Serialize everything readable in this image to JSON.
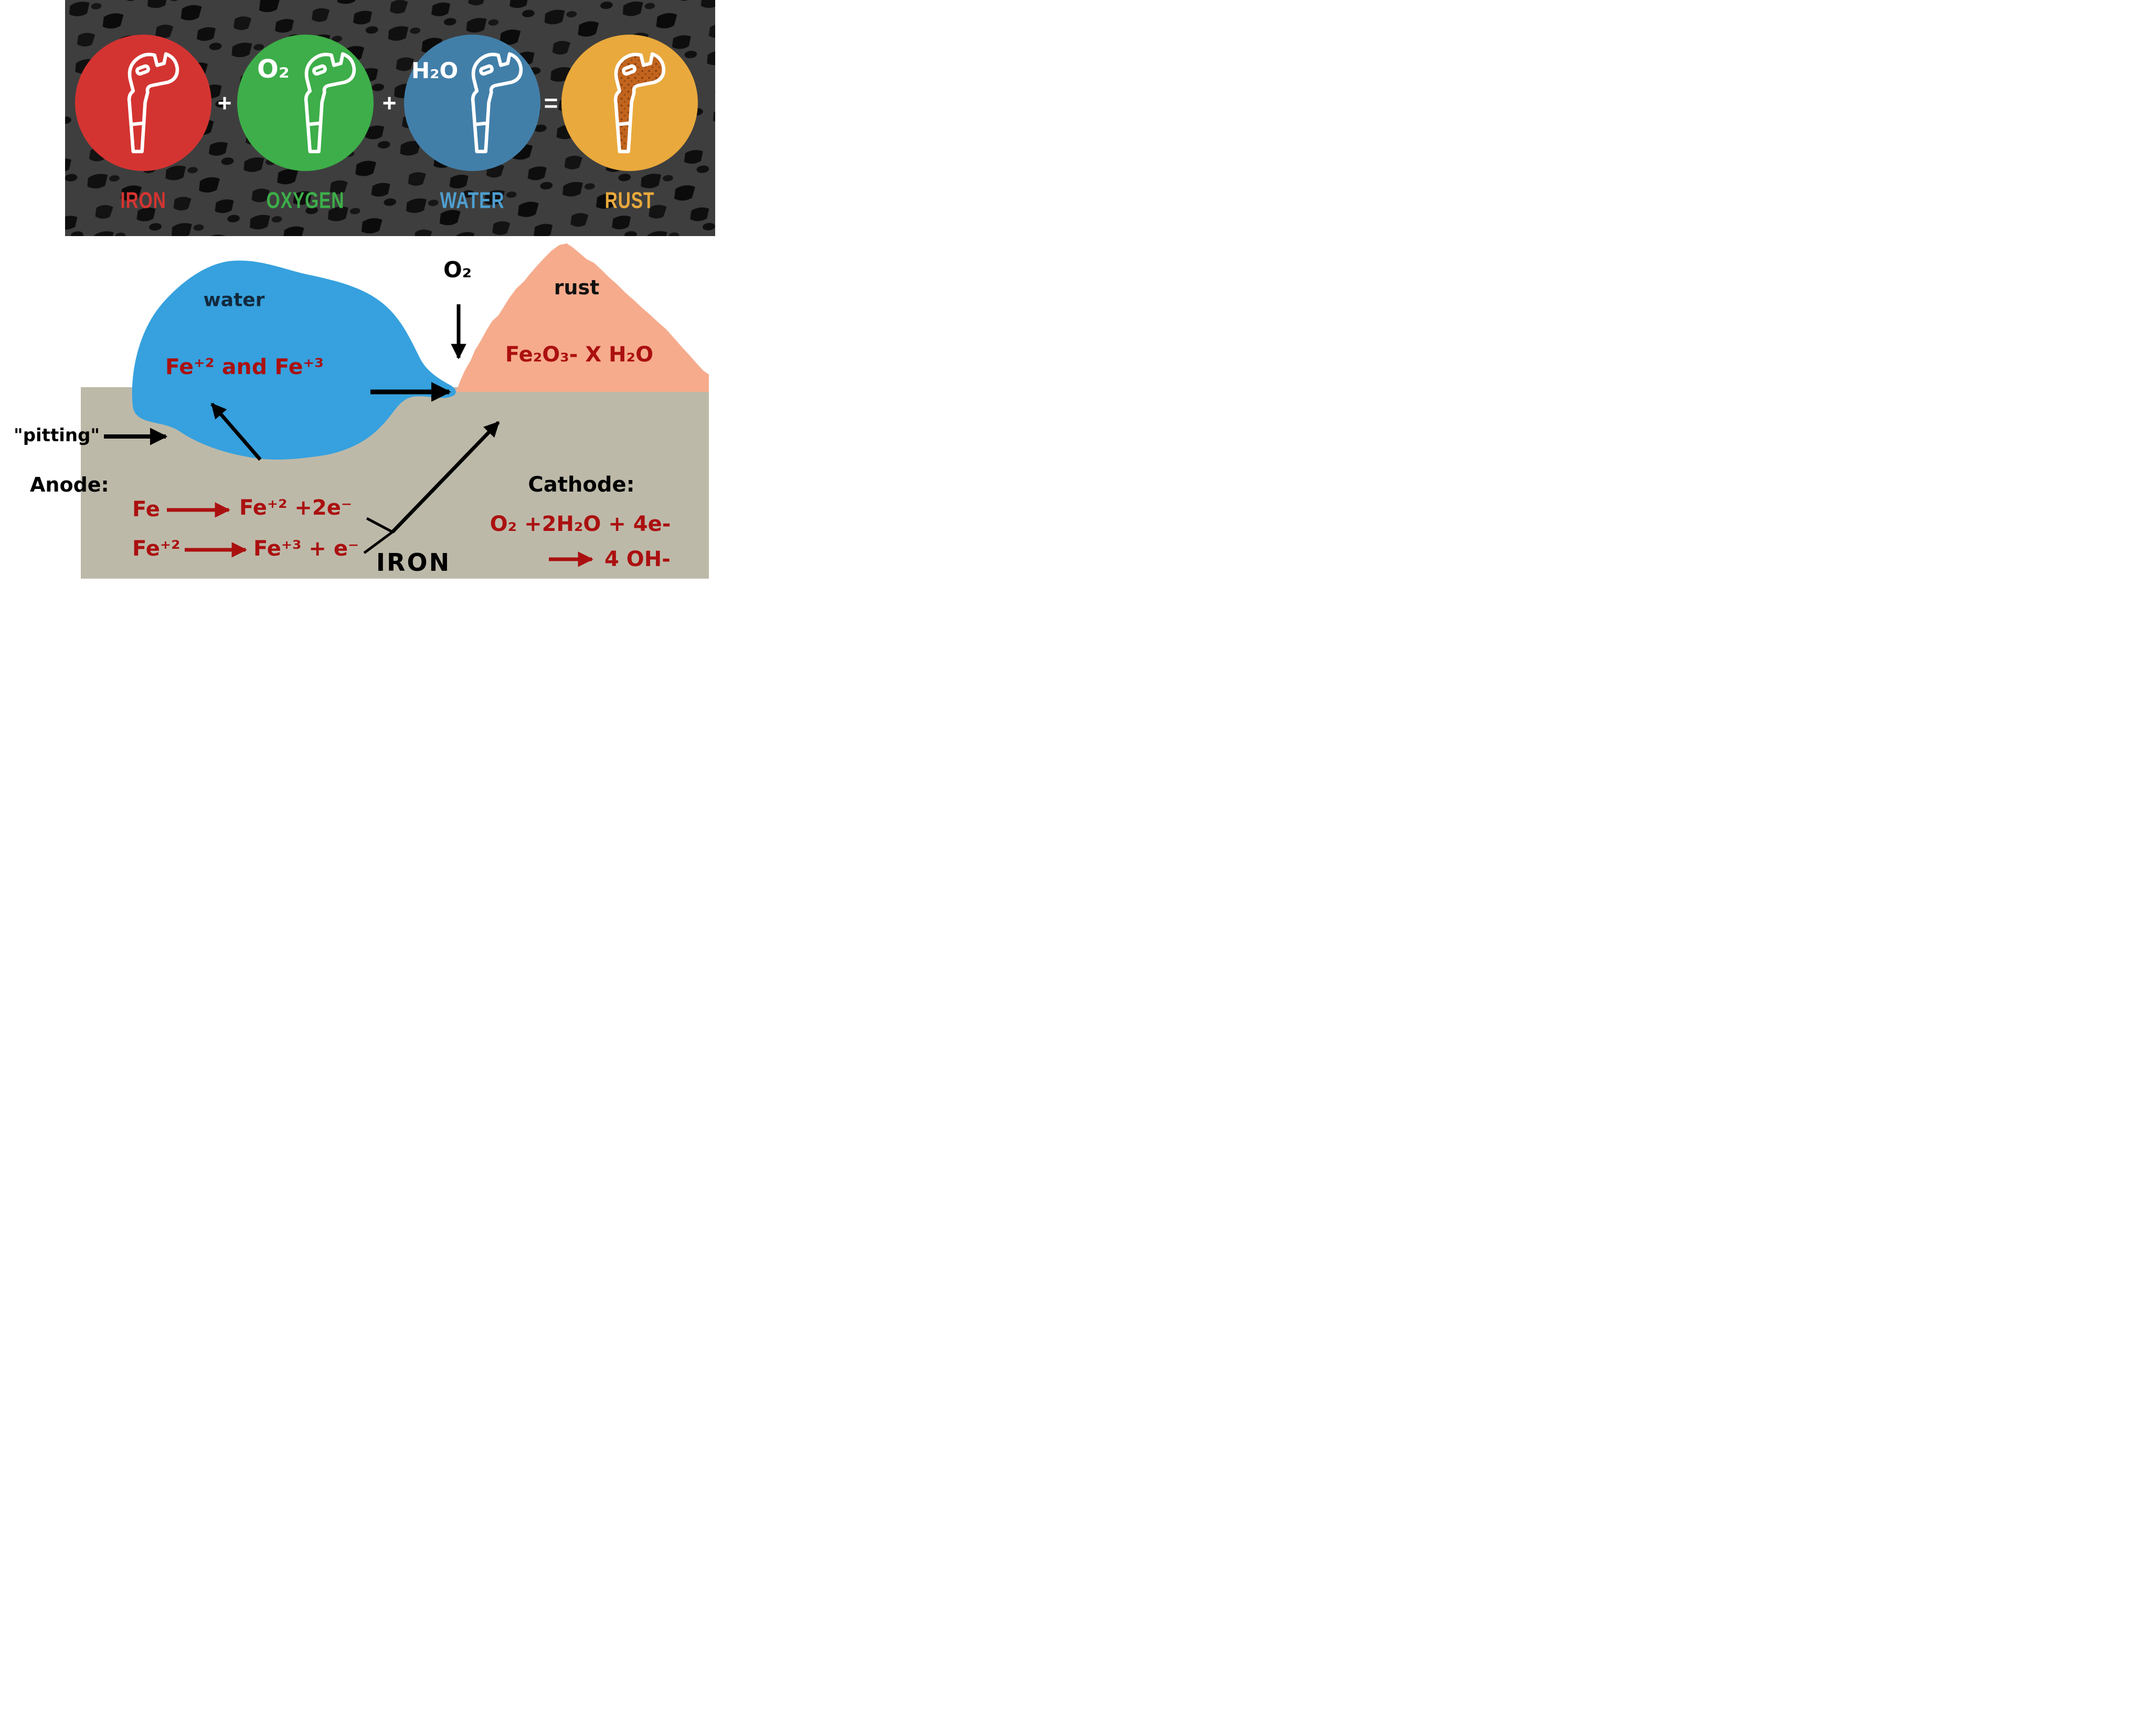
{
  "banner": {
    "terms": [
      {
        "label": "IRON"
      },
      {
        "label": "OXYGEN",
        "symbol": "O₂"
      },
      {
        "label": "WATER",
        "symbol": "H₂O"
      },
      {
        "label": "RUST"
      }
    ],
    "operators": [
      "+",
      "+",
      "="
    ],
    "colors": {
      "background": "#3e3e3e",
      "iron_circle": "#d43431",
      "oxygen_circle": "#3dae49",
      "water_circle": "#417fa9",
      "rust_circle": "#e9a93c",
      "iron_label": "#d43431",
      "oxygen_label": "#3dae49",
      "water_label": "#4e9ecf",
      "rust_label": "#e9a93c"
    }
  },
  "diagram": {
    "water_label": "water",
    "oxygen_label": "O₂",
    "rust_label": "rust",
    "ions_in_water": "Fe⁺² and Fe⁺³",
    "rust_formula": "Fe₂O₃- X H₂O",
    "pitting_label": "\"pitting\"",
    "anode_heading": "Anode:",
    "cathode_heading": "Cathode:",
    "anode_reaction_1_left": "Fe",
    "anode_reaction_1_right": "Fe⁺² +2e⁻",
    "anode_reaction_2_left": "Fe⁺²",
    "anode_reaction_2_right": "Fe⁺³ + e⁻",
    "cathode_reaction_line_1": "O₂ +2H₂O + 4e-",
    "cathode_reaction_line_2": "4 OH-",
    "iron_label": "IRON",
    "colors": {
      "water": "#36a1de",
      "rust": "#f6ab8c",
      "iron": "#bdb9a9",
      "reaction_text": "#ab1010"
    }
  }
}
